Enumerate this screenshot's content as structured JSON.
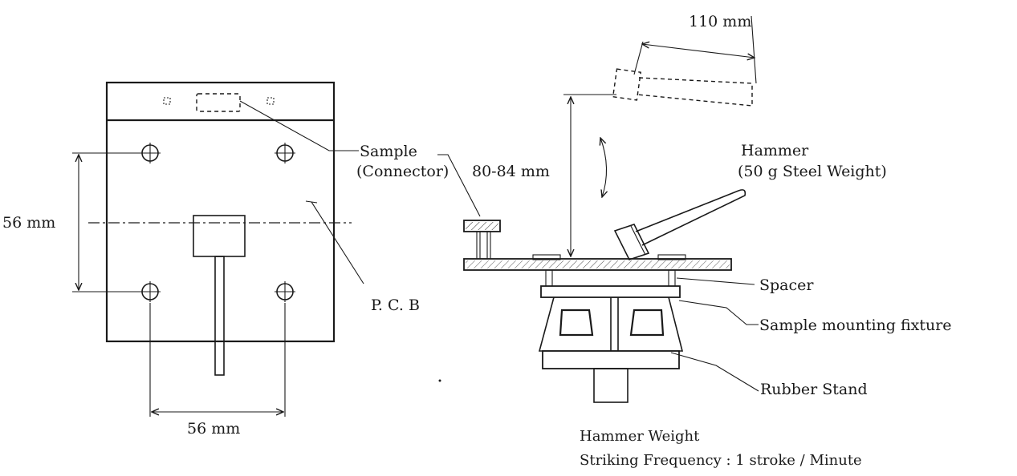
{
  "labels": {
    "sample": "Sample",
    "connector": "(Connector)",
    "pcb": "P. C. B",
    "dim_left_vertical": "56 mm",
    "dim_left_horizontal": "56 mm",
    "dim_height": "80-84 mm",
    "dim_hammer_length": "110 mm",
    "hammer": "Hammer",
    "hammer_weight_spec": "(50 g Steel Weight)",
    "spacer": "Spacer",
    "fixture": "Sample mounting fixture",
    "rubber_stand": "Rubber Stand",
    "note_line1": "Hammer Weight",
    "note_line2": "Striking Frequency : 1 stroke / Minute"
  },
  "colors": {
    "ink": "#1a1a1a",
    "background": "#ffffff"
  }
}
